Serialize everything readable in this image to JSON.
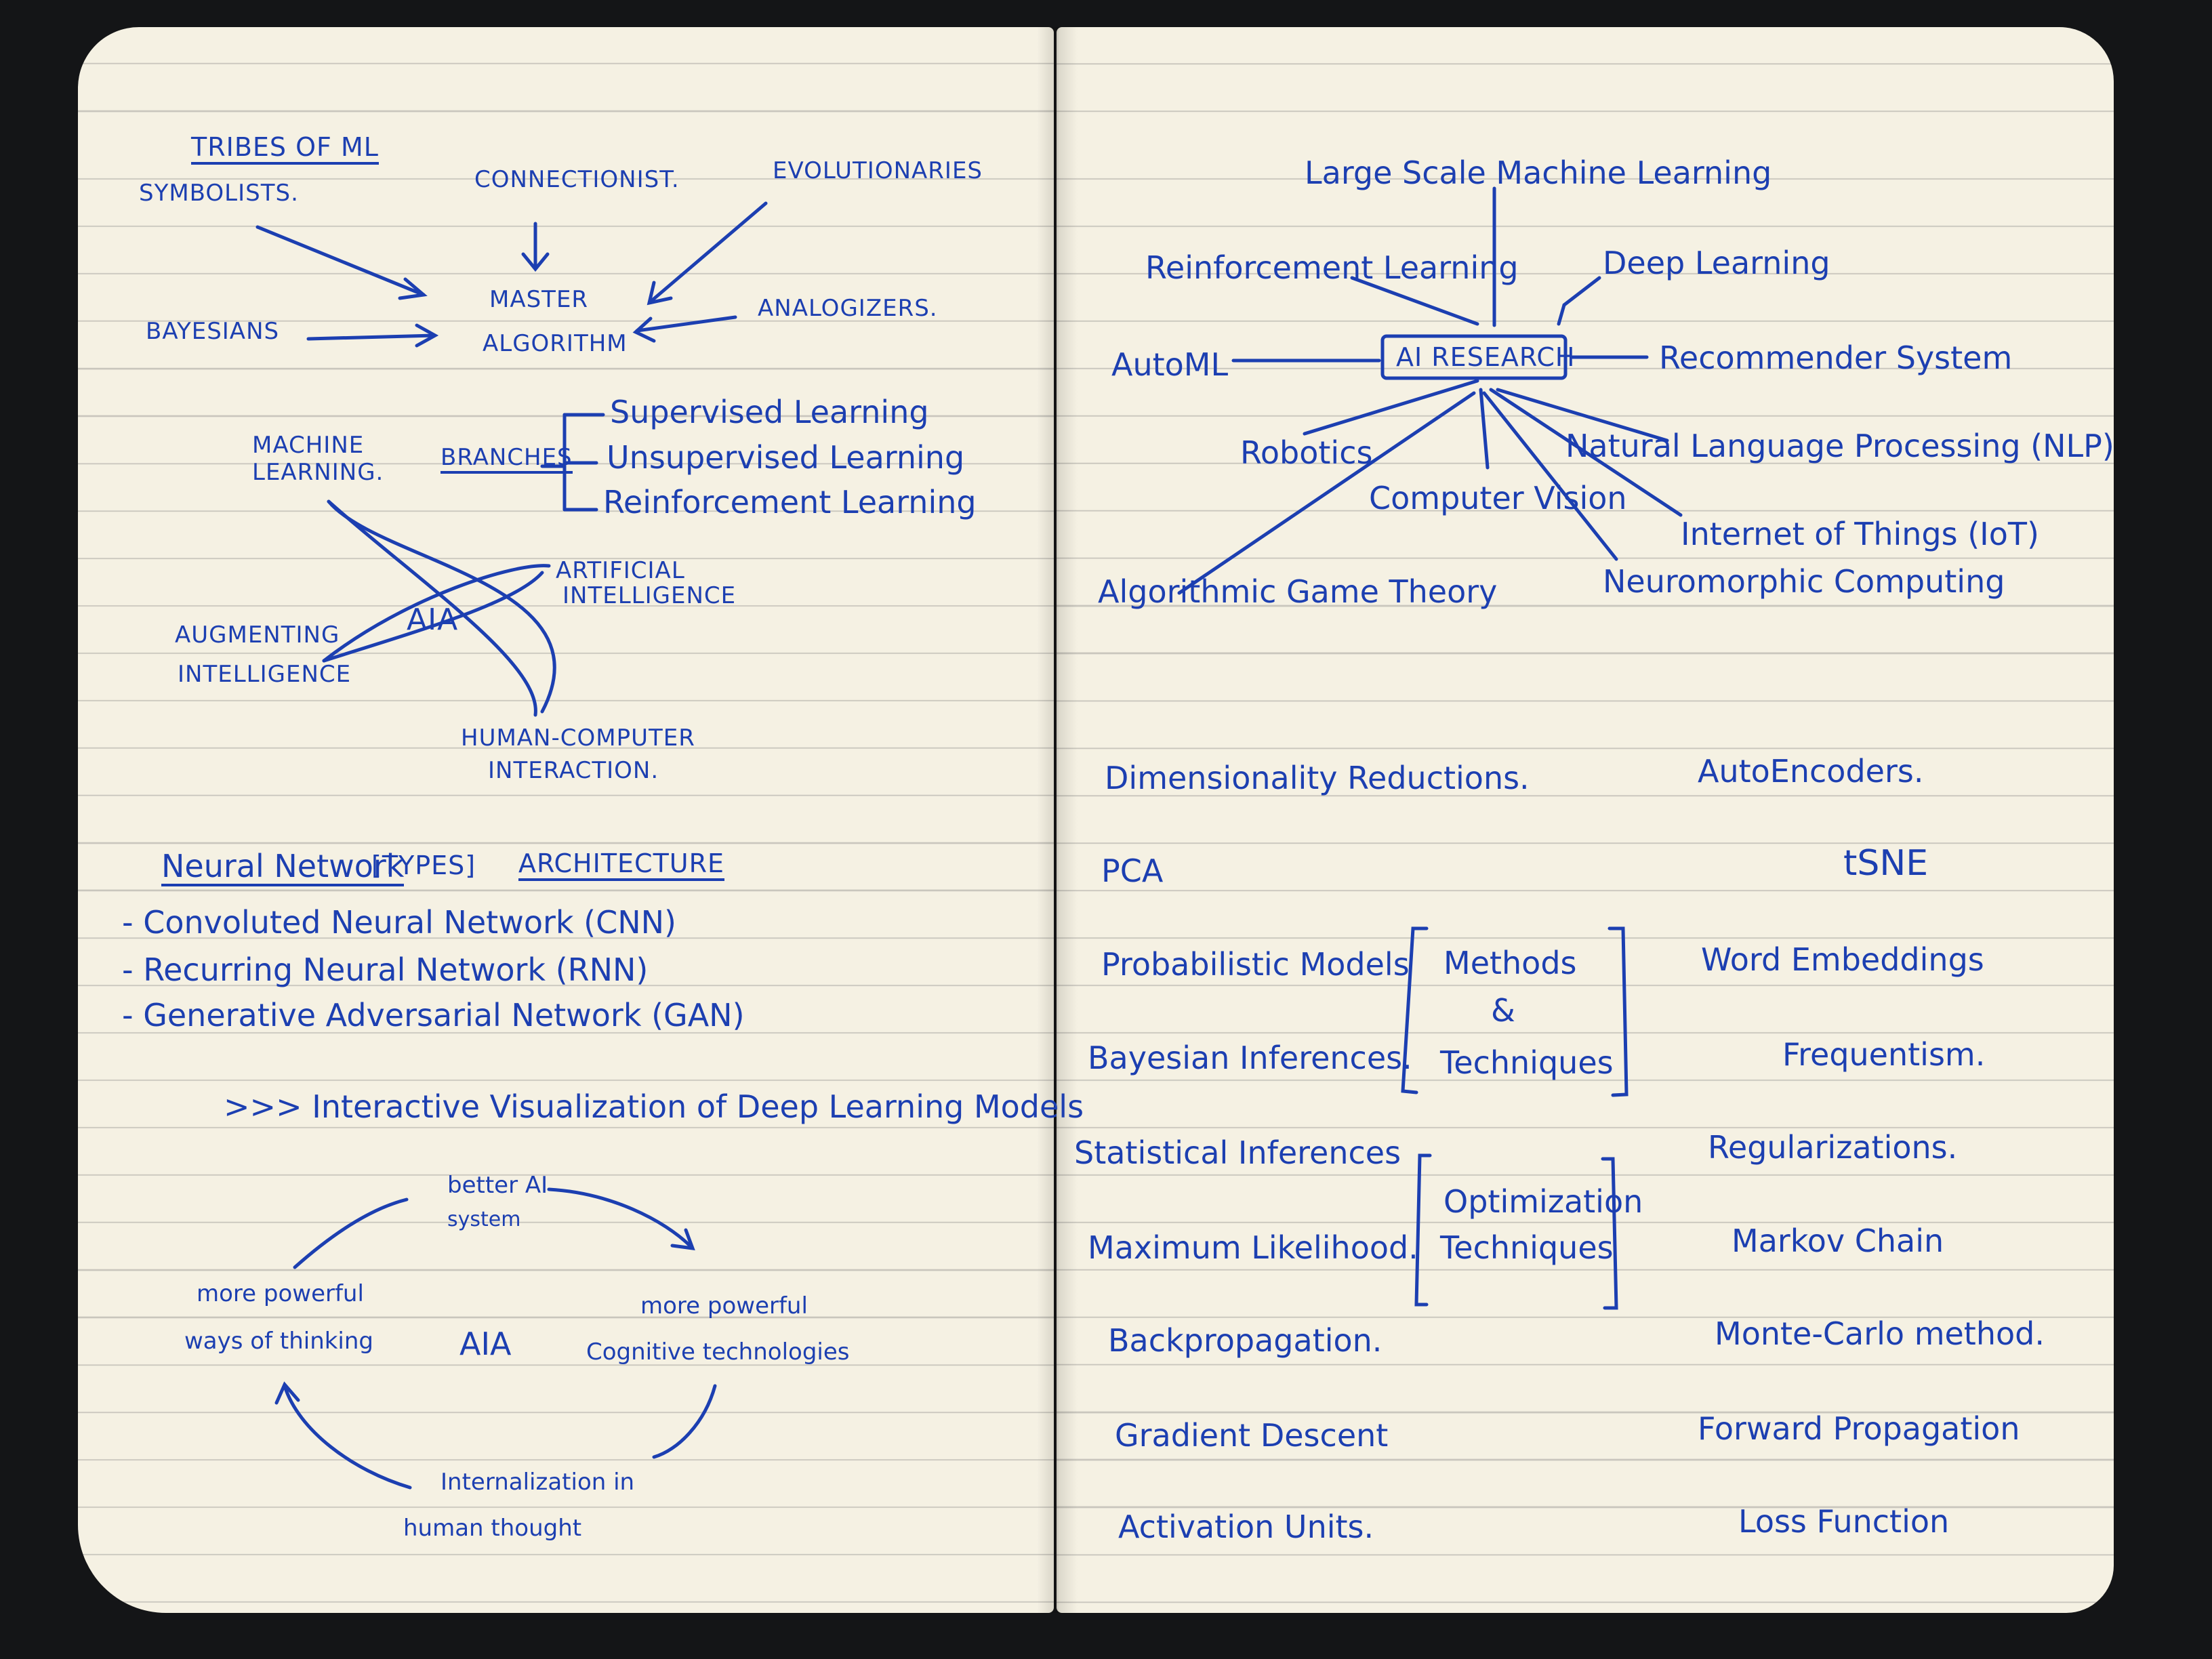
{
  "left_page": {
    "tribes": {
      "title": "TRIBES OF ML",
      "symbolists": "SYMBOLISTS.",
      "connectionist": "CONNECTIONIST.",
      "evolutionaries": "EVOLUTIONARIES",
      "bayesians": "BAYESIANS",
      "analogizers": "ANALOGIZERS.",
      "master": "MASTER",
      "algorithm": "ALGORITHM"
    },
    "ml_branches": {
      "machine": "MACHINE",
      "learning": "LEARNING.",
      "branches": "BRANCHES",
      "items": [
        "Supervised Learning",
        "Unsupervised Learning",
        "Reinforcement Learning"
      ]
    },
    "aia_diagram": {
      "center": "AIA",
      "artificial": "ARTIFICIAL",
      "intelligence": "INTELLIGENCE",
      "augmenting": "AUGMENTING",
      "augmenting_intelligence": "INTELLIGENCE",
      "hci": "HUMAN-COMPUTER",
      "interaction": "INTERACTION."
    },
    "nn_architecture": {
      "title_a": "Neural Network",
      "title_b": "[TYPES]",
      "title_c": "ARCHITECTURE",
      "items": [
        "- Convoluted Neural Network (CNN)",
        "- Recurring Neural Network (RNN)",
        "- Generative Adversarial Network (GAN)"
      ]
    },
    "visualization_note": ">>> Interactive Visualization of Deep Learning Models",
    "cycle": {
      "top_a": "better AI",
      "top_b": "system",
      "left_a": "more powerful",
      "left_b": "ways of thinking",
      "center": "AIA",
      "right_a": "more powerful",
      "right_b": "Cognitive technologies",
      "bottom_a": "Internalization in",
      "bottom_b": "human thought"
    }
  },
  "right_page": {
    "ai_research": {
      "center": "AI RESEARCH",
      "large_scale": "Large Scale Machine Learning",
      "reinforcement": "Reinforcement Learning",
      "deep": "Deep Learning",
      "automl": "AutoML",
      "recommender": "Recommender System",
      "robotics": "Robotics",
      "nlp": "Natural Language Processing (NLP)",
      "vision": "Computer Vision",
      "iot": "Internet of Things (IoT)",
      "game_theory": "Algorithmic Game Theory",
      "neuromorphic": "Neuromorphic Computing"
    },
    "concepts": {
      "dim_reduction": "Dimensionality Reductions.",
      "autoencoders": "AutoEncoders.",
      "pca": "PCA",
      "tsne": "tSNE",
      "probabilistic": "Probabilistic Models",
      "methods_a": "Methods",
      "methods_b": "&",
      "methods_c": "Techniques",
      "word_embeddings": "Word Embeddings",
      "bayesian": "Bayesian Inferences.",
      "frequentism": "Frequentism.",
      "statistical": "Statistical Inferences",
      "optim_a": "Optimization",
      "optim_b": "Techniques",
      "regularizations": "Regularizations.",
      "max_likelihood": "Maximum Likelihood.",
      "markov": "Markov Chain",
      "backprop": "Backpropagation.",
      "monte_carlo": "Monte-Carlo method.",
      "gradient": "Gradient Descent",
      "forward": "Forward Propagation",
      "activation": "Activation Units.",
      "loss": "Loss Function"
    }
  },
  "colors": {
    "ink": "#1c3fb1",
    "paper": "#f5f1e3",
    "rule": "#c9c6bd",
    "background": "#141517"
  }
}
